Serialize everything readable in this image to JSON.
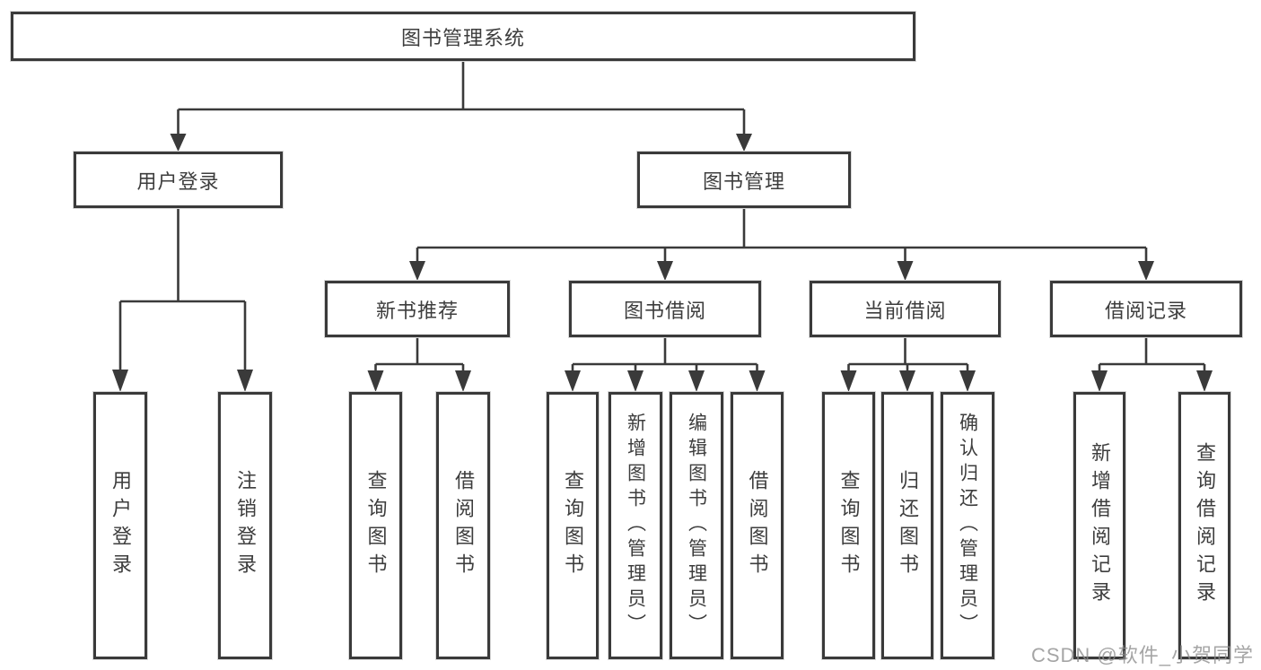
{
  "diagram": {
    "title": "图书管理系统",
    "root": {
      "label": "图书管理系统"
    },
    "level2": [
      {
        "label": "用户登录"
      },
      {
        "label": "图书管理"
      }
    ],
    "level3": [
      {
        "label": "新书推荐"
      },
      {
        "label": "图书借阅"
      },
      {
        "label": "当前借阅"
      },
      {
        "label": "借阅记录"
      }
    ],
    "leaves": [
      {
        "label": "用户登录",
        "parent": "用户登录"
      },
      {
        "label": "注销登录",
        "parent": "用户登录"
      },
      {
        "label": "查询图书",
        "parent": "新书推荐"
      },
      {
        "label": "借阅图书",
        "parent": "新书推荐"
      },
      {
        "label": "查询图书",
        "parent": "图书借阅"
      },
      {
        "label": "新增图书（管理员）",
        "parent": "图书借阅"
      },
      {
        "label": "编辑图书（管理员）",
        "parent": "图书借阅"
      },
      {
        "label": "借阅图书",
        "parent": "图书借阅"
      },
      {
        "label": "查询图书",
        "parent": "当前借阅"
      },
      {
        "label": "归还图书",
        "parent": "当前借阅"
      },
      {
        "label": "确认归还（管理员）",
        "parent": "当前借阅"
      },
      {
        "label": "新增借阅记录",
        "parent": "借阅记录"
      },
      {
        "label": "查询借阅记录",
        "parent": "借阅记录"
      }
    ]
  },
  "watermark": "CSDN @软件_小贺同学",
  "colors": {
    "line": "#3a3a3a",
    "text": "#3d3d3d",
    "background": "#ffffff",
    "watermark": "#8c8c8c"
  }
}
